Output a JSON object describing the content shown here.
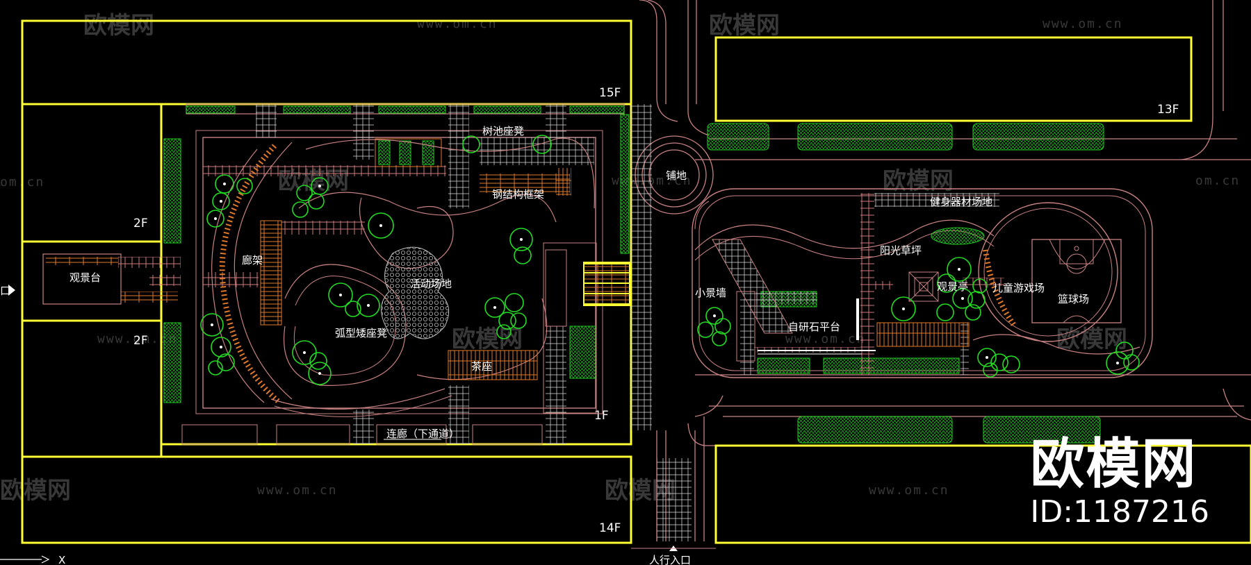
{
  "labels": {
    "pool_seat": "树池座凳",
    "steel_frame": "钢结构框架",
    "paving": "铺地",
    "gallery": "廊架",
    "viewing_deck": "观景台",
    "activity_area": "活动场地",
    "arc_bench": "弧型矮座凳",
    "tea_seat": "茶座",
    "corridor": "连廊（下通道）",
    "fitness_area": "健身器材场地",
    "sun_lawn": "阳光草坪",
    "small_wall": "小景墙",
    "viewing_pavilion": "观景亭",
    "kids_playground": "儿童游戏场",
    "basketball_court": "篮球场",
    "wood_platform": "自研石平台",
    "entrance": "人行入口",
    "entrance_left": "口",
    "axis_x": "X"
  },
  "floors": {
    "f15": "15F",
    "f13": "13F",
    "f2a": "2F",
    "f2b": "2F",
    "f1": "1F",
    "f14": "14F"
  },
  "watermark": {
    "brand": "欧模网",
    "url": "www.om.cn",
    "url_short": "om.cn",
    "id": "ID:1187216"
  },
  "colors": {
    "building_outline": "#ffff33",
    "path_lines": "#d88a8a",
    "tree": "#22dd22",
    "wood": "#e07a2a",
    "background": "#000000"
  }
}
